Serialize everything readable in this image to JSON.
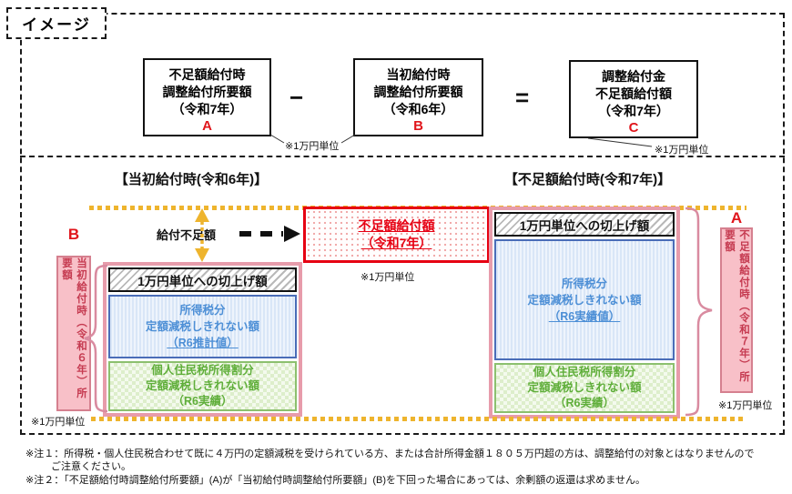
{
  "page_label": "イメージ",
  "formula": {
    "box_a": {
      "lines": [
        "不足額給付時",
        "調整給付所要額",
        "（令和7年）"
      ],
      "letter": "A"
    },
    "minus": "−",
    "box_b": {
      "lines": [
        "当初給付時",
        "調整給付所要額",
        "（令和6年）"
      ],
      "letter": "B"
    },
    "equals": "=",
    "box_c": {
      "lines": [
        "調整給付金",
        "不足額給付額",
        "（令和7年）"
      ],
      "letter": "C"
    },
    "unit_note_ab": "※1万円単位",
    "unit_note_c": "※1万円単位"
  },
  "diagram": {
    "left": {
      "title": "【当初給付時(令和6年)】",
      "side_letter": "B",
      "side_label": "当初給付時（令和６年）所要額",
      "side_unit_note": "※1万円単位",
      "bar": {
        "header": "1万円単位への切上げ額",
        "income_tax": [
          "所得税分",
          "定額減税しきれない額",
          "（R6推計値）"
        ],
        "resident_tax": [
          "個人住民税所得割分",
          "定額減税しきれない額",
          "（R6実績）"
        ]
      }
    },
    "right": {
      "title": "【不足額給付時(令和7年)】",
      "side_letter": "A",
      "side_label": "不足額給付時（令和７年）所要額",
      "side_unit_note": "※1万円単位",
      "bar": {
        "header": "1万円単位への切上げ額",
        "income_tax": [
          "所得税分",
          "定額減税しきれない額",
          "（R6実績値）"
        ],
        "resident_tax": [
          "個人住民税所得割分",
          "定額減税しきれない額",
          "（R6実績）"
        ]
      }
    },
    "shortfall": {
      "arrow_label": "給付不足額",
      "box_lines": [
        "不足額給付額",
        "（令和7年）"
      ],
      "unit_note": "※1万円単位"
    }
  },
  "notes": {
    "note1_line1": "※注１：所得税・個人住民税合わせて既に４万円の定額減税を受けられている方、または合計所得金額１８０５万円超の方は、調整給付の対象とはなりませんので",
    "note1_line2": "ご注意ください。",
    "note2": "※注２：「不足額給付時調整給付所要額」(A)が「当初給付時調整給付所要額」(B)を下回った場合にあっては、余剰額の返還は求めません。"
  },
  "colors": {
    "accent_red": "#e60012",
    "letter_red": "#e0151b",
    "pink_border": "#e79cab",
    "pink_fill": "#f8c0c8",
    "pink_text": "#c53a50",
    "yellow_dots": "#eeb42d",
    "blue_text": "#4d8fd6",
    "blue_border": "#4a6db8",
    "green_text": "#5fae3a",
    "green_border": "#8cc06e"
  }
}
